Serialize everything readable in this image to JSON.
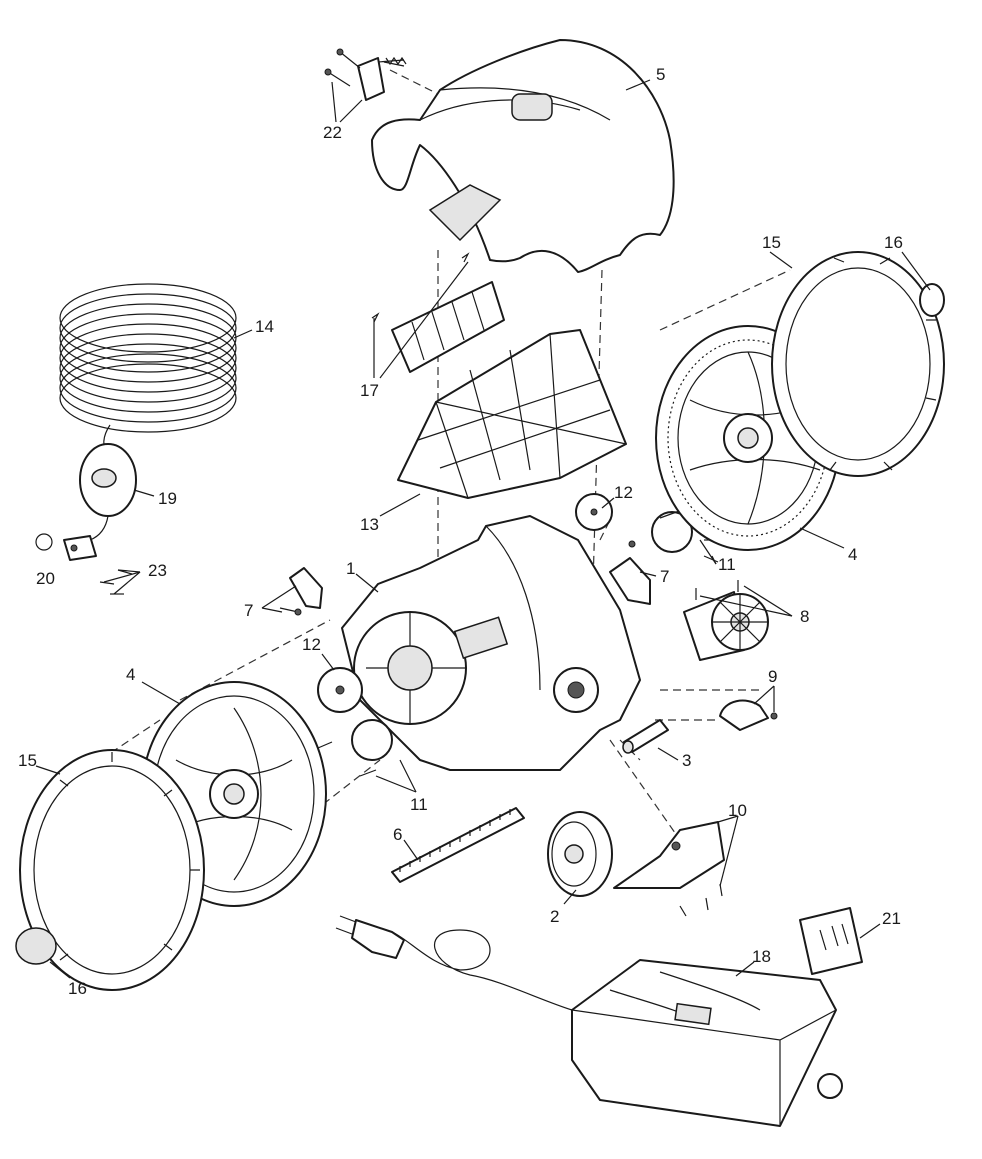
{
  "callouts": [
    {
      "id": "c1",
      "label": "1"
    },
    {
      "id": "c2",
      "label": "2"
    },
    {
      "id": "c3",
      "label": "3"
    },
    {
      "id": "c4a",
      "label": "4"
    },
    {
      "id": "c4b",
      "label": "4"
    },
    {
      "id": "c5",
      "label": "5"
    },
    {
      "id": "c6",
      "label": "6"
    },
    {
      "id": "c7a",
      "label": "7"
    },
    {
      "id": "c7b",
      "label": "7"
    },
    {
      "id": "c8",
      "label": "8"
    },
    {
      "id": "c9",
      "label": "9"
    },
    {
      "id": "c10",
      "label": "10"
    },
    {
      "id": "c11a",
      "label": "11"
    },
    {
      "id": "c11b",
      "label": "11"
    },
    {
      "id": "c12a",
      "label": "12"
    },
    {
      "id": "c12b",
      "label": "12"
    },
    {
      "id": "c13",
      "label": "13"
    },
    {
      "id": "c14",
      "label": "14"
    },
    {
      "id": "c15a",
      "label": "15"
    },
    {
      "id": "c15b",
      "label": "15"
    },
    {
      "id": "c16a",
      "label": "16"
    },
    {
      "id": "c16b",
      "label": "16"
    },
    {
      "id": "c17",
      "label": "17"
    },
    {
      "id": "c18",
      "label": "18"
    },
    {
      "id": "c19",
      "label": "19"
    },
    {
      "id": "c20",
      "label": "20"
    },
    {
      "id": "c21",
      "label": "21"
    },
    {
      "id": "c22",
      "label": "22"
    },
    {
      "id": "c23",
      "label": "23"
    }
  ]
}
